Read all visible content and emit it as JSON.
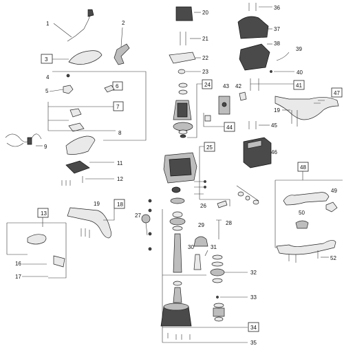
{
  "callouts": {
    "c1": "1",
    "c2": "2",
    "c3": "3",
    "c4": "4",
    "c5": "5",
    "c6": "6",
    "c7": "7",
    "c8": "8",
    "c9": "9",
    "c11": "11",
    "c12": "12",
    "c13": "13",
    "c16": "16",
    "c17": "17",
    "c18": "18",
    "c19a": "19",
    "c19b": "19",
    "c20": "20",
    "c21": "21",
    "c22": "22",
    "c23": "23",
    "c24": "24",
    "c25": "25",
    "c26": "26",
    "c27": "27",
    "c28": "28",
    "c29": "29",
    "c30": "30",
    "c31": "31",
    "c32": "32",
    "c33": "33",
    "c34": "34",
    "c35": "35",
    "c36": "36",
    "c37": "37",
    "c38": "38",
    "c39": "39",
    "c40": "40",
    "c41": "41",
    "c42": "42",
    "c43": "43",
    "c44": "44",
    "c45": "45",
    "c46": "46",
    "c47": "47",
    "c48": "48",
    "c49": "49",
    "c50": "50",
    "c52": "52"
  }
}
